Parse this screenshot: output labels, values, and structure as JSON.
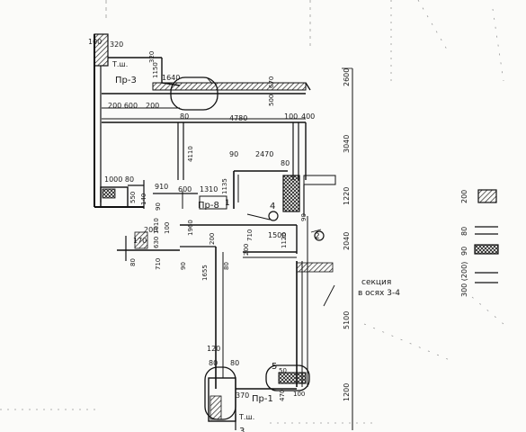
{
  "drawing": {
    "section_note": {
      "line1": "секция",
      "line2": "в осях 3-4"
    },
    "stair_labels": {
      "top": "Пр-3",
      "middle": "Пр-8",
      "bottom": "Пр-1"
    },
    "shaft_labels": {
      "top": "Т.ш.",
      "bottom": "Т.ш."
    },
    "markers": {
      "m1": "1",
      "m2": "2",
      "m3": "3",
      "m4": "4",
      "m5": "5"
    },
    "dims_top": {
      "d100": "100",
      "d320a": "320",
      "d320b": "320",
      "d1150": "1150",
      "d1640": "1640",
      "d500": "500",
      "d670": "670",
      "d200_600": "200 600",
      "d200": "200",
      "d80": "80",
      "d4780": "4780",
      "d100b": "100",
      "d400": "400"
    },
    "dims_mid": {
      "d4110": "4110",
      "d90": "90",
      "d2470": "2470",
      "d80": "80",
      "d1000_80": "1000 80",
      "d910": "910",
      "d600": "600",
      "d1310": "1310",
      "d1135": "1135",
      "d550": "550",
      "d140": "140",
      "d90b": "90",
      "d200": "200",
      "d1010": "1010",
      "d100": "100",
      "d1960": "1960",
      "d200b": "200",
      "d170": "170",
      "d630": "630",
      "d710": "710",
      "d1500": "1500",
      "d1120": "1120",
      "d200c": "200",
      "d710b": "710",
      "d80b": "80",
      "d90c": "90",
      "d1655": "1655",
      "d80c": "80",
      "d90d": "90"
    },
    "dims_bottom": {
      "d120": "120",
      "d80": "80",
      "d80b": "80",
      "d370": "370",
      "d470": "470",
      "d50": "50",
      "d100": "100"
    },
    "dims_right": {
      "d2600": "2600",
      "d3040": "3040",
      "d1220": "1220",
      "d2040": "2040",
      "d5100": "5100",
      "d1200": "1200"
    },
    "legend": {
      "items": [
        {
          "label": "200"
        },
        {
          "label": "80"
        },
        {
          "label": "90"
        },
        {
          "label": "300 (200)"
        }
      ]
    }
  }
}
